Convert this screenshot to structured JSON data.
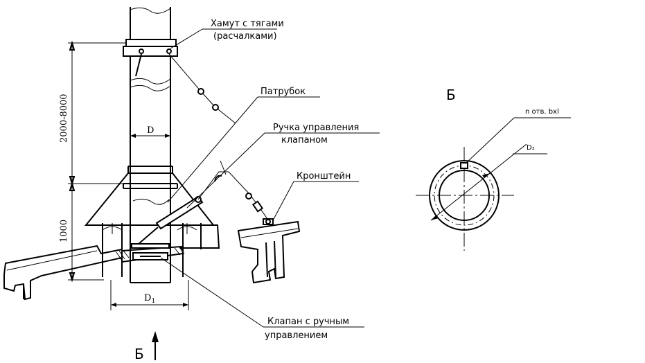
{
  "labels": {
    "clamp_line1": "Хамут с тягами",
    "clamp_line2": "(расчалками)",
    "branch_pipe": "Патрубок",
    "valve_handle_line1": "Ручка управления",
    "valve_handle_line2": "клапаном",
    "bracket": "Кронштейн",
    "valve_line1": "Клапан с ручным",
    "valve_line2": "управлением"
  },
  "dimensions": {
    "height_upper": "2000-8000",
    "height_lower": "1000",
    "diameter": "D",
    "diameter_1": "D",
    "diameter_1_sub": "1",
    "diameter_2": "D₂",
    "holes": "n отв. bxl"
  },
  "view": {
    "section_mark": "Б",
    "view_title": "Б"
  }
}
